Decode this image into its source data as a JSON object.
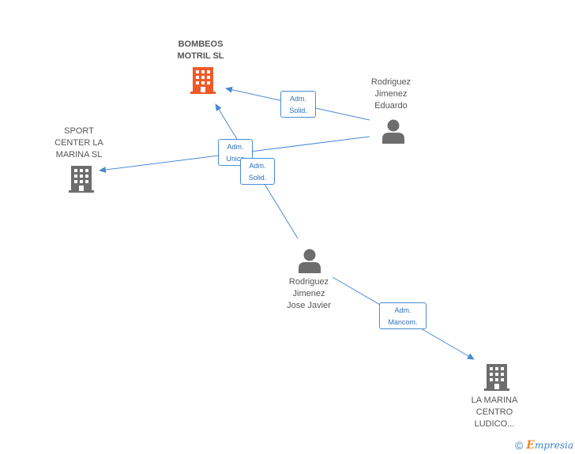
{
  "nodes": {
    "bombeos": {
      "label": "BOMBEOS\nMOTRIL SL",
      "color": "#f05a28",
      "icon": "building-icon"
    },
    "sport": {
      "label": "SPORT\nCENTER LA\nMARINA SL",
      "color": "#6d6d6d",
      "icon": "building-icon"
    },
    "lamarina": {
      "label": "LA MARINA\nCENTRO\nLUDICO...",
      "color": "#6d6d6d",
      "icon": "building-icon"
    },
    "eduardo": {
      "label": "Rodriguez\nJimenez\nEduardo",
      "color": "#6d6d6d",
      "icon": "person-icon"
    },
    "josejavier": {
      "label": "Rodriguez\nJimenez\nJose Javier",
      "color": "#6d6d6d",
      "icon": "person-icon"
    }
  },
  "roles": {
    "eduardo_bombeos": "Adm.\nSolid.",
    "eduardo_sport": "Adm.\nUnico",
    "josejavier_bombeos": "Adm.\nSolid.",
    "josejavier_lamarina": "Adm.\nMancom."
  },
  "edge_color": "#4a8ad4",
  "footer": {
    "copyright": "©",
    "brand_first": "E",
    "brand_rest": "mpresia"
  }
}
